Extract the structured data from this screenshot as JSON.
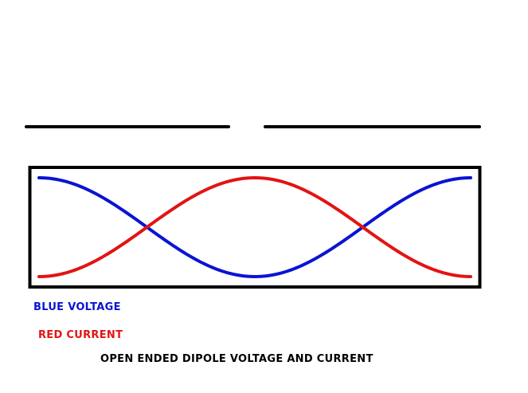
{
  "legend": {
    "voltage": {
      "text": "BLUE VOLTAGE",
      "color": "#0a14d2"
    },
    "current": {
      "text": "RED CURRENT",
      "color": "#e21414"
    }
  },
  "caption": "OPEN ENDED DIPOLE VOLTAGE AND CURRENT",
  "colors": {
    "dipole": "#000000",
    "frame": "#000000",
    "caption": "#000000"
  }
}
